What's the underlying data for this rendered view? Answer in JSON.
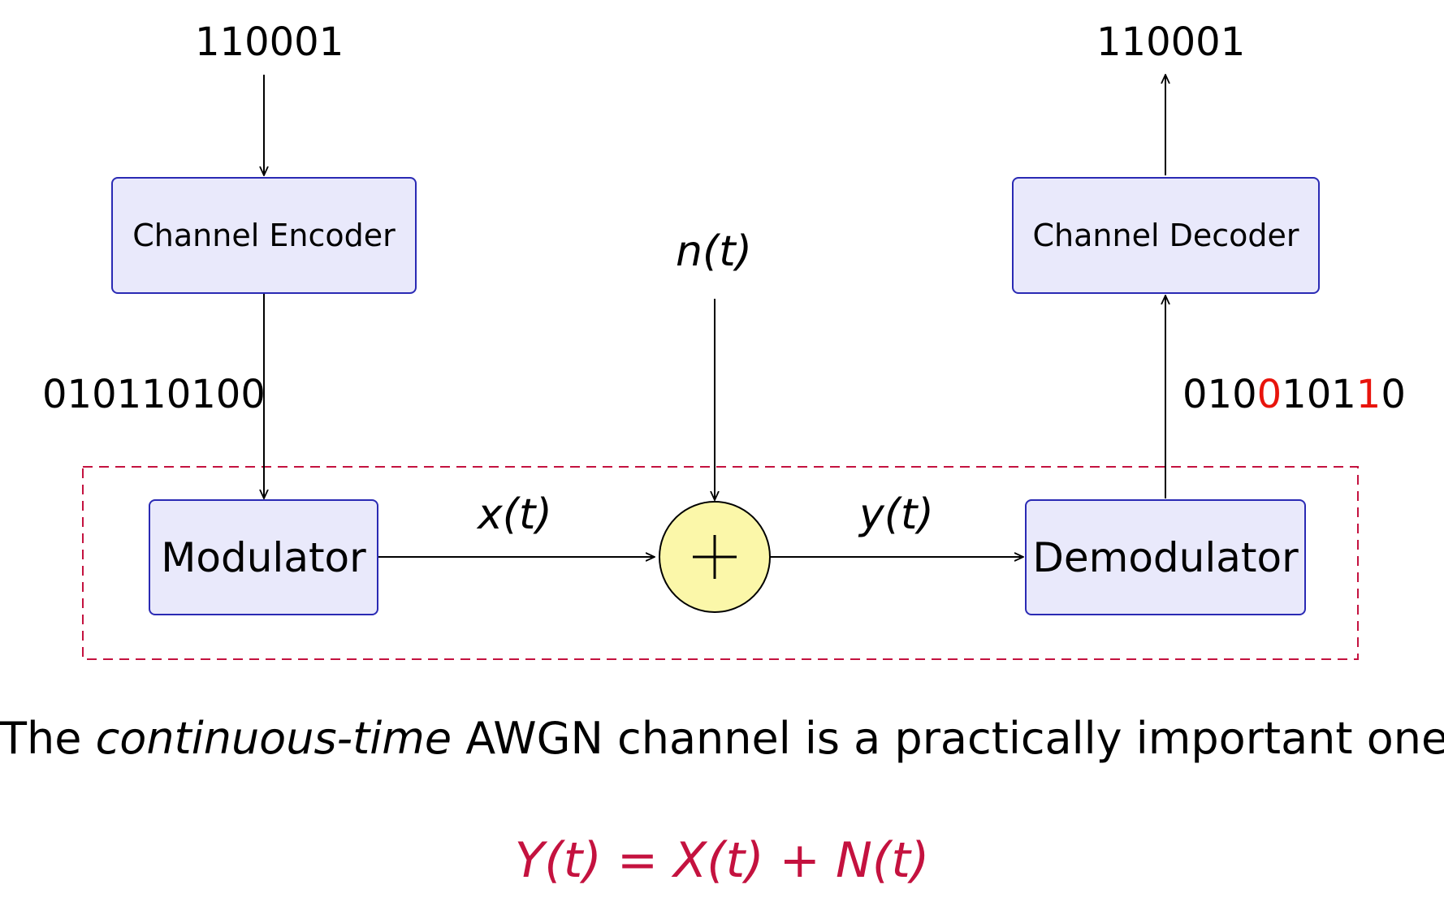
{
  "blocks": {
    "channel_encoder": "Channel Encoder",
    "channel_decoder": "Channel Decoder",
    "modulator": "Modulator",
    "demodulator": "Demodulator",
    "adder_symbol": "+"
  },
  "bits": {
    "source": "110001",
    "output": "110001",
    "encoded": "010110100",
    "received_parts": [
      "010",
      "0",
      "101",
      "1",
      "0"
    ],
    "error_color": "#e8140c"
  },
  "signals": {
    "noise": "n(t)",
    "tx": "x(t)",
    "rx": "y(t)"
  },
  "caption": {
    "before": "The ",
    "emph": "continuous-time",
    "after": " AWGN channel is a practically important one:"
  },
  "equation": {
    "text": "Y(t) = X(t) + N(t)",
    "color": "#c4123f"
  },
  "colors": {
    "box_fill": "#e9e9fb",
    "box_border": "#2a2ab4",
    "adder_fill": "#fbf7a9",
    "dashed_frame": "#c4123f"
  }
}
